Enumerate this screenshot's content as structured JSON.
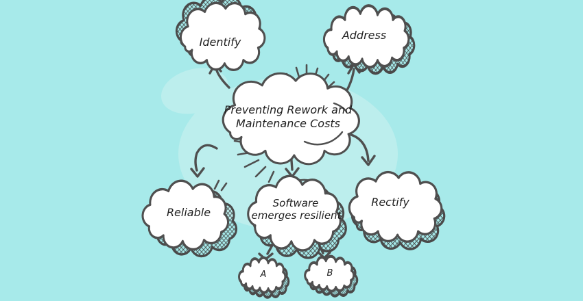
{
  "diagram": {
    "title": "Preventing Rework and Maintenance Costs mind map",
    "central": {
      "line1": "Preventing Rework and",
      "line2": "Maintenance Costs"
    },
    "nodes": {
      "identify": "Identify",
      "address": "Address",
      "reliable": "Reliable",
      "software_line1": "Software",
      "software_line2": "emerges resilient",
      "rectify": "Rectify",
      "child_a": "A",
      "child_b": "B"
    },
    "colors": {
      "background": "#a7eaea",
      "highlight_blob": "#bceeed",
      "ink": "#4f4f4f",
      "text": "#1f1f1f",
      "cloud_fill": "#ffffff"
    }
  }
}
